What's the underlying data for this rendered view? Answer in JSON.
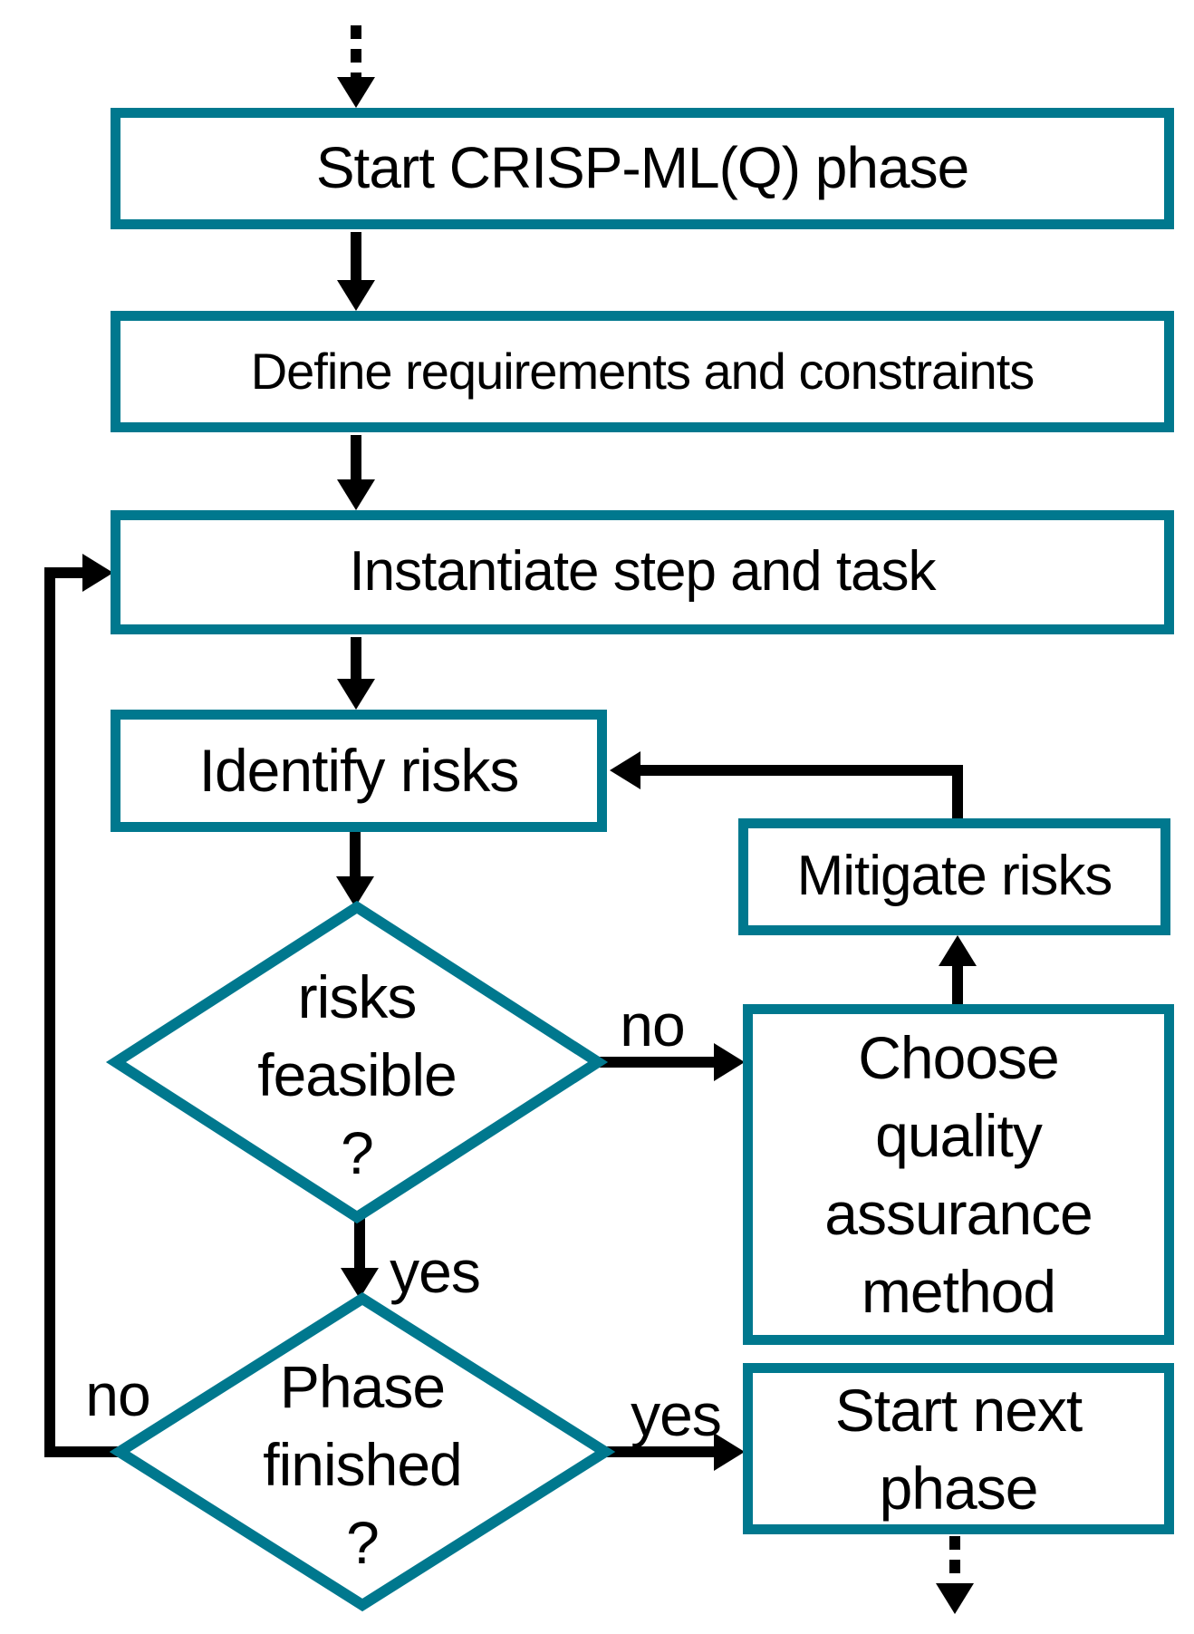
{
  "colors": {
    "teal_border": "#00788e",
    "arrow_black": "#000000",
    "background": "#ffffff"
  },
  "nodes": {
    "start_phase": {
      "label": "Start CRISP-ML(Q) phase"
    },
    "define_requirements": {
      "label": "Define requirements and constraints"
    },
    "instantiate": {
      "label": "Instantiate step and task"
    },
    "identify_risks": {
      "label": "Identify risks"
    },
    "mitigate_risks": {
      "label": "Mitigate risks"
    },
    "risks_feasible": {
      "lines": [
        "risks",
        "feasible",
        "?"
      ]
    },
    "choose_qa": {
      "lines": [
        "Choose",
        "quality",
        "assurance",
        "method"
      ]
    },
    "phase_finished": {
      "lines": [
        "Phase",
        "finished",
        "?"
      ]
    },
    "start_next": {
      "lines": [
        "Start next",
        "phase"
      ]
    }
  },
  "edge_labels": {
    "risks_no": "no",
    "risks_yes": "yes",
    "phase_no": "no",
    "phase_yes": "yes"
  }
}
